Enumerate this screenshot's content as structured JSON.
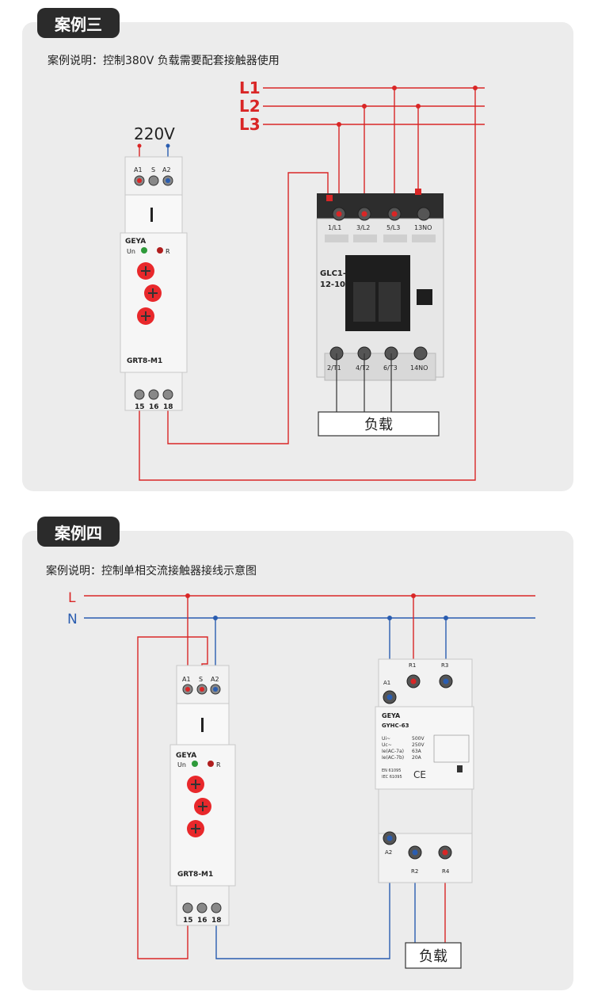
{
  "case3": {
    "tag": "案例三",
    "description": "案例说明：控制380V 负载需要配套接触器使用",
    "lines": [
      "L1",
      "L2",
      "L3"
    ],
    "voltage": "220V",
    "relay": {
      "brand": "GEYA",
      "model": "GRT8-M1",
      "top_terminals": [
        "A1",
        "S",
        "A2"
      ],
      "bottom_terminals": [
        "15",
        "16",
        "18"
      ],
      "indicators": [
        "Un",
        "R"
      ]
    },
    "contactor": {
      "model_line1": "GLC1-",
      "model_line2": "12-10",
      "top_terminals": [
        "1/L1",
        "3/L2",
        "5/L3",
        "13NO"
      ],
      "bottom_terminals": [
        "2/T1",
        "4/T2",
        "6/T3",
        "14NO"
      ]
    },
    "load": "负载"
  },
  "case4": {
    "tag": "案例四",
    "description": "案例说明：控制单相交流接触器接线示意图",
    "lines": [
      "L",
      "N"
    ],
    "relay": {
      "brand": "GEYA",
      "model": "GRT8-M1",
      "top_terminals": [
        "A1",
        "S",
        "A2"
      ],
      "bottom_terminals": [
        "15",
        "16",
        "18"
      ],
      "indicators": [
        "Un",
        "R"
      ]
    },
    "contactor": {
      "brand": "GEYA",
      "model": "GYHC-63",
      "top_terminals": [
        "A1",
        "R1",
        "R3"
      ],
      "bottom_terminals": [
        "A2",
        "R2",
        "R4"
      ],
      "spec_labels": [
        "Ui~",
        "Uc~",
        "Ie(AC-7a)",
        "Ie(AC-7b)"
      ],
      "spec_values": [
        "500V",
        "250V",
        "63A",
        "20A"
      ],
      "standards": [
        "EN 61095",
        "IEC 61095"
      ],
      "mark": "CE"
    },
    "load": "负载"
  },
  "colors": {
    "live": "#d92626",
    "neutral": "#2a5db0",
    "dial": "#e8282b",
    "tag_bg": "#2b2b2b"
  }
}
